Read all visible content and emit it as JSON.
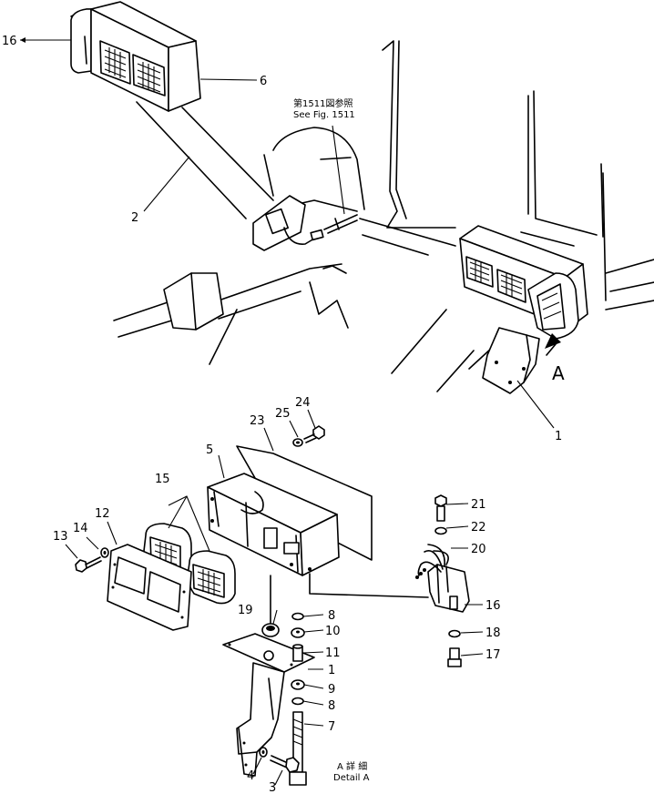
{
  "note_see_fig": {
    "jp": "第1511図参照",
    "en": "See Fig. 1511"
  },
  "detail_view_letter": "A",
  "detail_caption": {
    "jp": "A 詳 細",
    "en": "Detail A"
  },
  "callouts": [
    {
      "id": "c16a",
      "text": "16"
    },
    {
      "id": "c6",
      "text": "6"
    },
    {
      "id": "c2",
      "text": "2"
    },
    {
      "id": "c1a",
      "text": "1"
    },
    {
      "id": "c24",
      "text": "24"
    },
    {
      "id": "c25",
      "text": "25"
    },
    {
      "id": "c23",
      "text": "23"
    },
    {
      "id": "c5",
      "text": "5"
    },
    {
      "id": "c15",
      "text": "15"
    },
    {
      "id": "c12",
      "text": "12"
    },
    {
      "id": "c14",
      "text": "14"
    },
    {
      "id": "c13",
      "text": "13"
    },
    {
      "id": "c21",
      "text": "21"
    },
    {
      "id": "c22",
      "text": "22"
    },
    {
      "id": "c20",
      "text": "20"
    },
    {
      "id": "c16b",
      "text": "16"
    },
    {
      "id": "c18",
      "text": "18"
    },
    {
      "id": "c17",
      "text": "17"
    },
    {
      "id": "c19",
      "text": "19"
    },
    {
      "id": "c8a",
      "text": "8"
    },
    {
      "id": "c10",
      "text": "10"
    },
    {
      "id": "c11",
      "text": "11"
    },
    {
      "id": "c1b",
      "text": "1"
    },
    {
      "id": "c9",
      "text": "9"
    },
    {
      "id": "c8b",
      "text": "8"
    },
    {
      "id": "c7",
      "text": "7"
    },
    {
      "id": "c4",
      "text": "4"
    },
    {
      "id": "c3",
      "text": "3"
    }
  ]
}
